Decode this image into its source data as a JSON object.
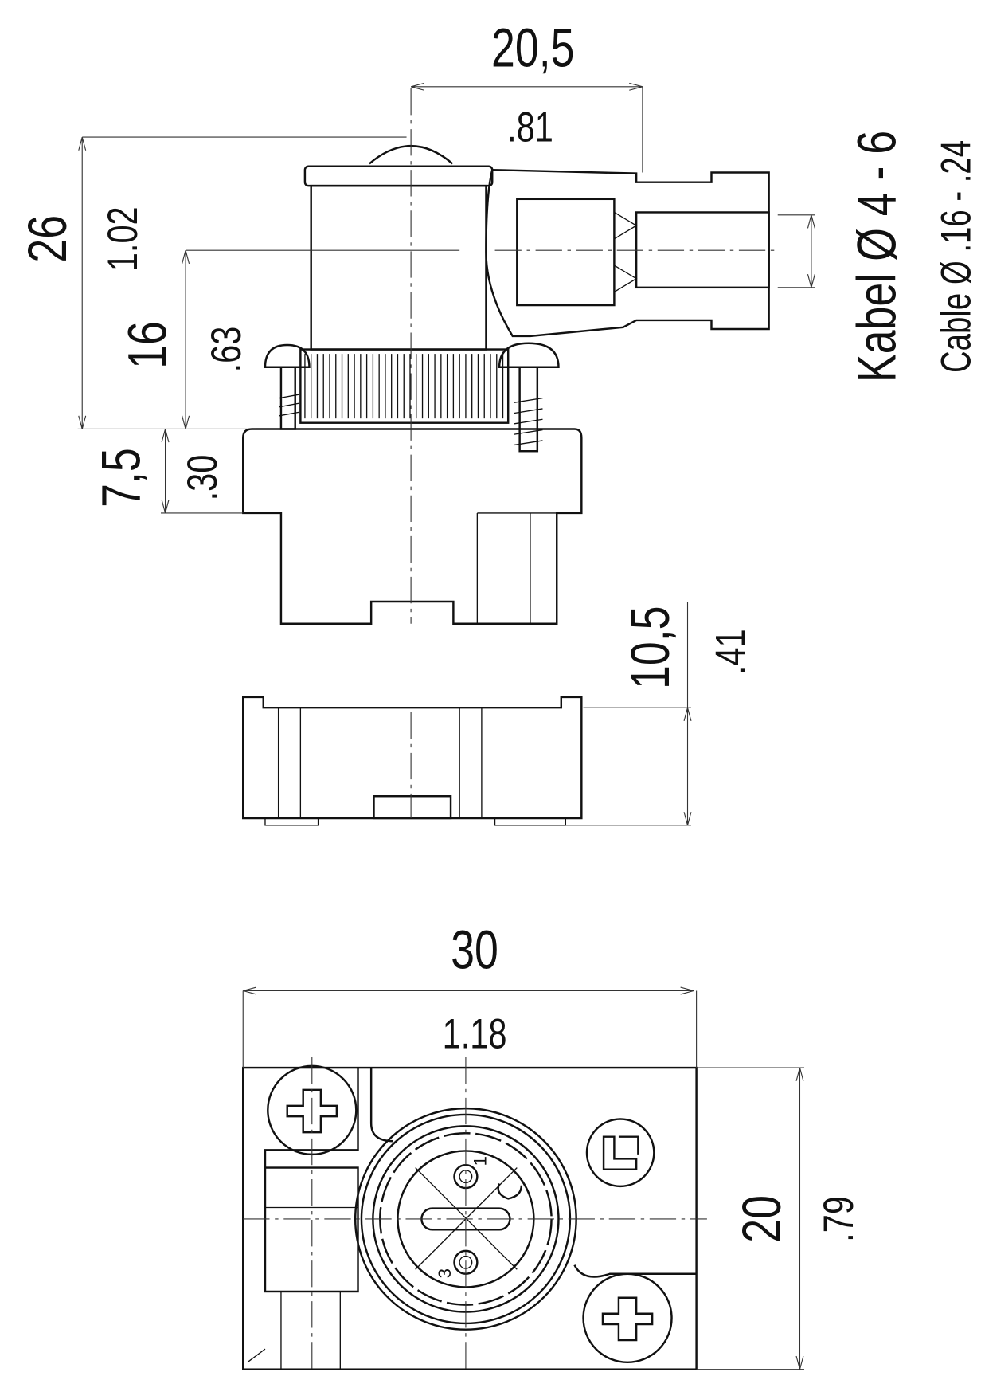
{
  "dimensions": {
    "top_width_mm": "20,5",
    "top_width_in": ".81",
    "total_height_mm": "26",
    "total_height_in": "1.02",
    "upper_height_mm": "16",
    "upper_height_in": ".63",
    "base_height_mm": "7,5",
    "base_height_in": ".30",
    "cover_height_mm": "10,5",
    "cover_height_in": ".41",
    "bottom_width_mm": "30",
    "bottom_width_in": "1.18",
    "bottom_depth_mm": "20",
    "bottom_depth_in": ".79"
  },
  "cable": {
    "label_de": "Kabel Ø 4 - 6",
    "label_en": "Cable Ø .16 - .24"
  },
  "pins": [
    "1",
    "3"
  ]
}
